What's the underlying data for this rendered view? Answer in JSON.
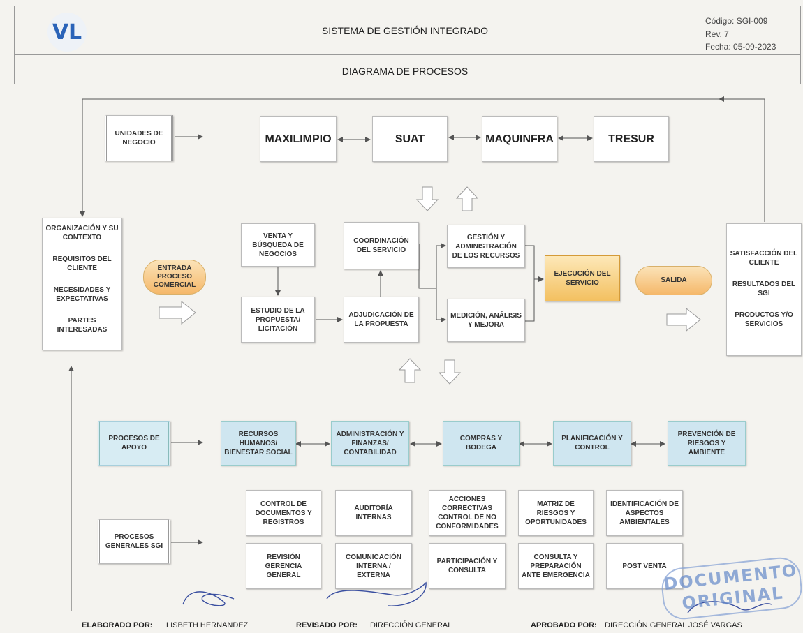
{
  "header": {
    "logo_text": "VL",
    "title": "SISTEMA DE GESTIÓN INTEGRADO",
    "code": "Código: SGI-009",
    "rev": "Rev. 7",
    "date": "Fecha: 05-09-2023",
    "subtitle": "DIAGRAMA DE PROCESOS"
  },
  "business_units": {
    "label": "UNIDADES DE NEGOCIO",
    "units": [
      "MAXILIMPIO",
      "SUAT",
      "MAQUINFRA",
      "TRESUR"
    ]
  },
  "left_panel": {
    "items": [
      "ORGANIZACIÓN Y SU CONTEXTO",
      "REQUISITOS DEL CLIENTE",
      "NECESIDADES Y EXPECTATIVAS",
      "PARTES INTERESADAS"
    ]
  },
  "right_panel": {
    "items": [
      "SATISFACCIÓN DEL CLIENTE",
      "RESULTADOS DEL SGI",
      "PRODUCTOS Y/O SERVICIOS"
    ]
  },
  "core": {
    "entrada": "ENTRADA PROCESO COMERCIAL",
    "venta": "VENTA Y BÚSQUEDA DE NEGOCIOS",
    "estudio": "ESTUDIO DE LA PROPUESTA/ LICITACIÓN",
    "coordinacion": "COORDINACIÓN DEL SERVICIO",
    "adjudicacion": "ADJUDICACIÓN DE LA PROPUESTA",
    "gestion": "GESTIÓN Y ADMINISTRACIÓN DE LOS RECURSOS",
    "medicion": "MEDICIÓN, ANÁLISIS Y MEJORA",
    "ejecucion": "EJECUCIÓN DEL SERVICIO",
    "salida": "SALIDA"
  },
  "support": {
    "label": "PROCESOS DE APOYO",
    "items": [
      "RECURSOS HUMANOS/ BIENESTAR SOCIAL",
      "ADMINISTRACIÓN Y FINANZAS/ CONTABILIDAD",
      "COMPRAS Y BODEGA",
      "PLANIFICACIÓN Y CONTROL",
      "PREVENCIÓN DE RIESGOS Y AMBIENTE"
    ]
  },
  "general": {
    "label": "PROCESOS GENERALES SGI",
    "row1": [
      "CONTROL DE DOCUMENTOS Y REGISTROS",
      "AUDITORÍA INTERNAS",
      "ACCIONES CORRECTIVAS CONTROL DE NO CONFORMIDADES",
      "MATRIZ DE RIESGOS Y OPORTUNIDADES",
      "IDENTIFICACIÓN DE ASPECTOS AMBIENTALES"
    ],
    "row2": [
      "REVISIÓN GERENCIA GENERAL",
      "COMUNICACIÓN INTERNA / EXTERNA",
      "PARTICIPACIÓN Y CONSULTA",
      "CONSULTA Y PREPARACIÓN ANTE EMERGENCIA",
      "POST VENTA"
    ]
  },
  "footer": {
    "elaborado_label": "ELABORADO POR:",
    "elaborado_name": "LISBETH HERNANDEZ",
    "revisado_label": "REVISADO POR:",
    "revisado_name": "DIRECCIÓN GENERAL",
    "aprobado_label": "APROBADO POR:",
    "aprobado_name": "DIRECCIÓN GENERAL JOSÉ VARGAS"
  },
  "stamp": {
    "line1": "DOCUMENTO",
    "line2": "ORIGINAL"
  }
}
